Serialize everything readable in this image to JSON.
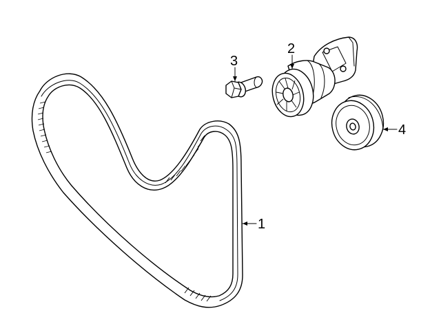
{
  "callouts": [
    {
      "number": "1",
      "part": "belt"
    },
    {
      "number": "2",
      "part": "tensioner"
    },
    {
      "number": "3",
      "part": "bolt"
    },
    {
      "number": "4",
      "part": "idler-pulley"
    }
  ]
}
